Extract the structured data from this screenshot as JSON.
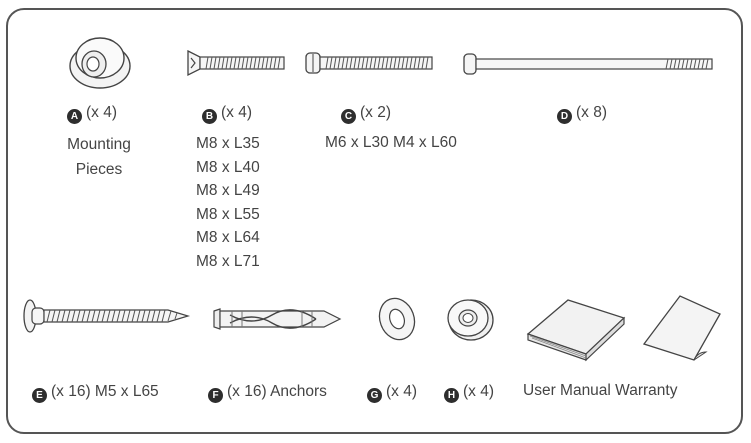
{
  "items": {
    "a": {
      "letter": "A",
      "qty": "(x 4)",
      "desc_line1": "Mounting",
      "desc_line2": "Pieces"
    },
    "b": {
      "letter": "B",
      "qty": "(x 4)",
      "specs": [
        "M8 x L35",
        "M8 x L40",
        "M8 x L49",
        "M8 x L55",
        "M8 x L64",
        "M8 x L71"
      ]
    },
    "c": {
      "letter": "C",
      "qty": "(x 2)",
      "spec": "M6 x L30 M4 x L60"
    },
    "d": {
      "letter": "D",
      "qty": "(x 8)"
    },
    "e": {
      "letter": "E",
      "qty": "(x 16) M5 x L65"
    },
    "f": {
      "letter": "F",
      "qty": "(x 16) Anchors"
    },
    "g": {
      "letter": "G",
      "qty": "(x 4)"
    },
    "h": {
      "letter": "H",
      "qty": "(x 4)"
    },
    "docs": {
      "label": "User Manual Warranty"
    }
  }
}
